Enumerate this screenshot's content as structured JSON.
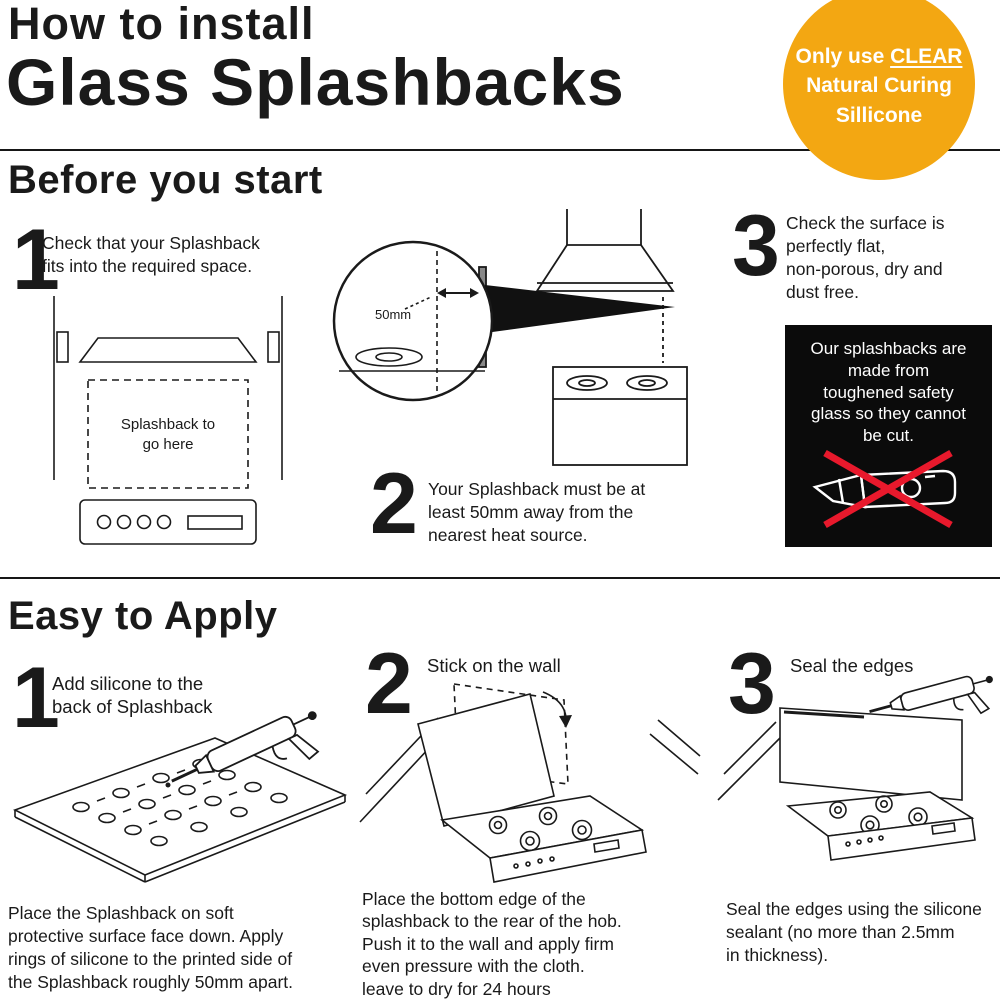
{
  "colors": {
    "badge_bg": "#F3A712",
    "warning_bg": "#0B0B0B",
    "cross_red": "#E8192C",
    "ink": "#1A1A1A"
  },
  "header": {
    "title_line1": "How to install",
    "title_line2": "Glass Splashbacks",
    "badge": {
      "only_use": "Only use",
      "clear": "CLEAR",
      "line2": "Natural Curing",
      "line3": "Sillicone"
    }
  },
  "before": {
    "heading": "Before you start",
    "step1": {
      "number": "1",
      "text": "Check that your Splashback\nfits into the required space.",
      "label_line1": "Splashback to",
      "label_line2": "go here"
    },
    "step2": {
      "number": "2",
      "text": "Your Splashback must be at\nleast 50mm away from the\nnearest heat source.",
      "measurement": "50mm"
    },
    "step3": {
      "number": "3",
      "text": "Check the surface is\nperfectly flat,\nnon-porous, dry and\ndust free.",
      "warning": "Our splashbacks are\nmade from\ntoughened safety\nglass so they cannot\nbe cut."
    }
  },
  "apply": {
    "heading": "Easy to Apply",
    "step1": {
      "number": "1",
      "title": "Add silicone to the\nback of Splashback",
      "text": "Place the Splashback on soft\nprotective surface face down. Apply\nrings of silicone to the printed side of\nthe Splashback roughly 50mm apart."
    },
    "step2": {
      "number": "2",
      "title": "Stick on the wall",
      "text": "Place the bottom edge of the\nsplashback to the rear of the hob.\nPush it to the wall and apply firm\neven pressure with the cloth.\nleave to dry for 24 hours"
    },
    "step3": {
      "number": "3",
      "title": "Seal the edges",
      "text": "Seal the edges using the silicone\nsealant (no more than 2.5mm\nin thickness)."
    }
  }
}
